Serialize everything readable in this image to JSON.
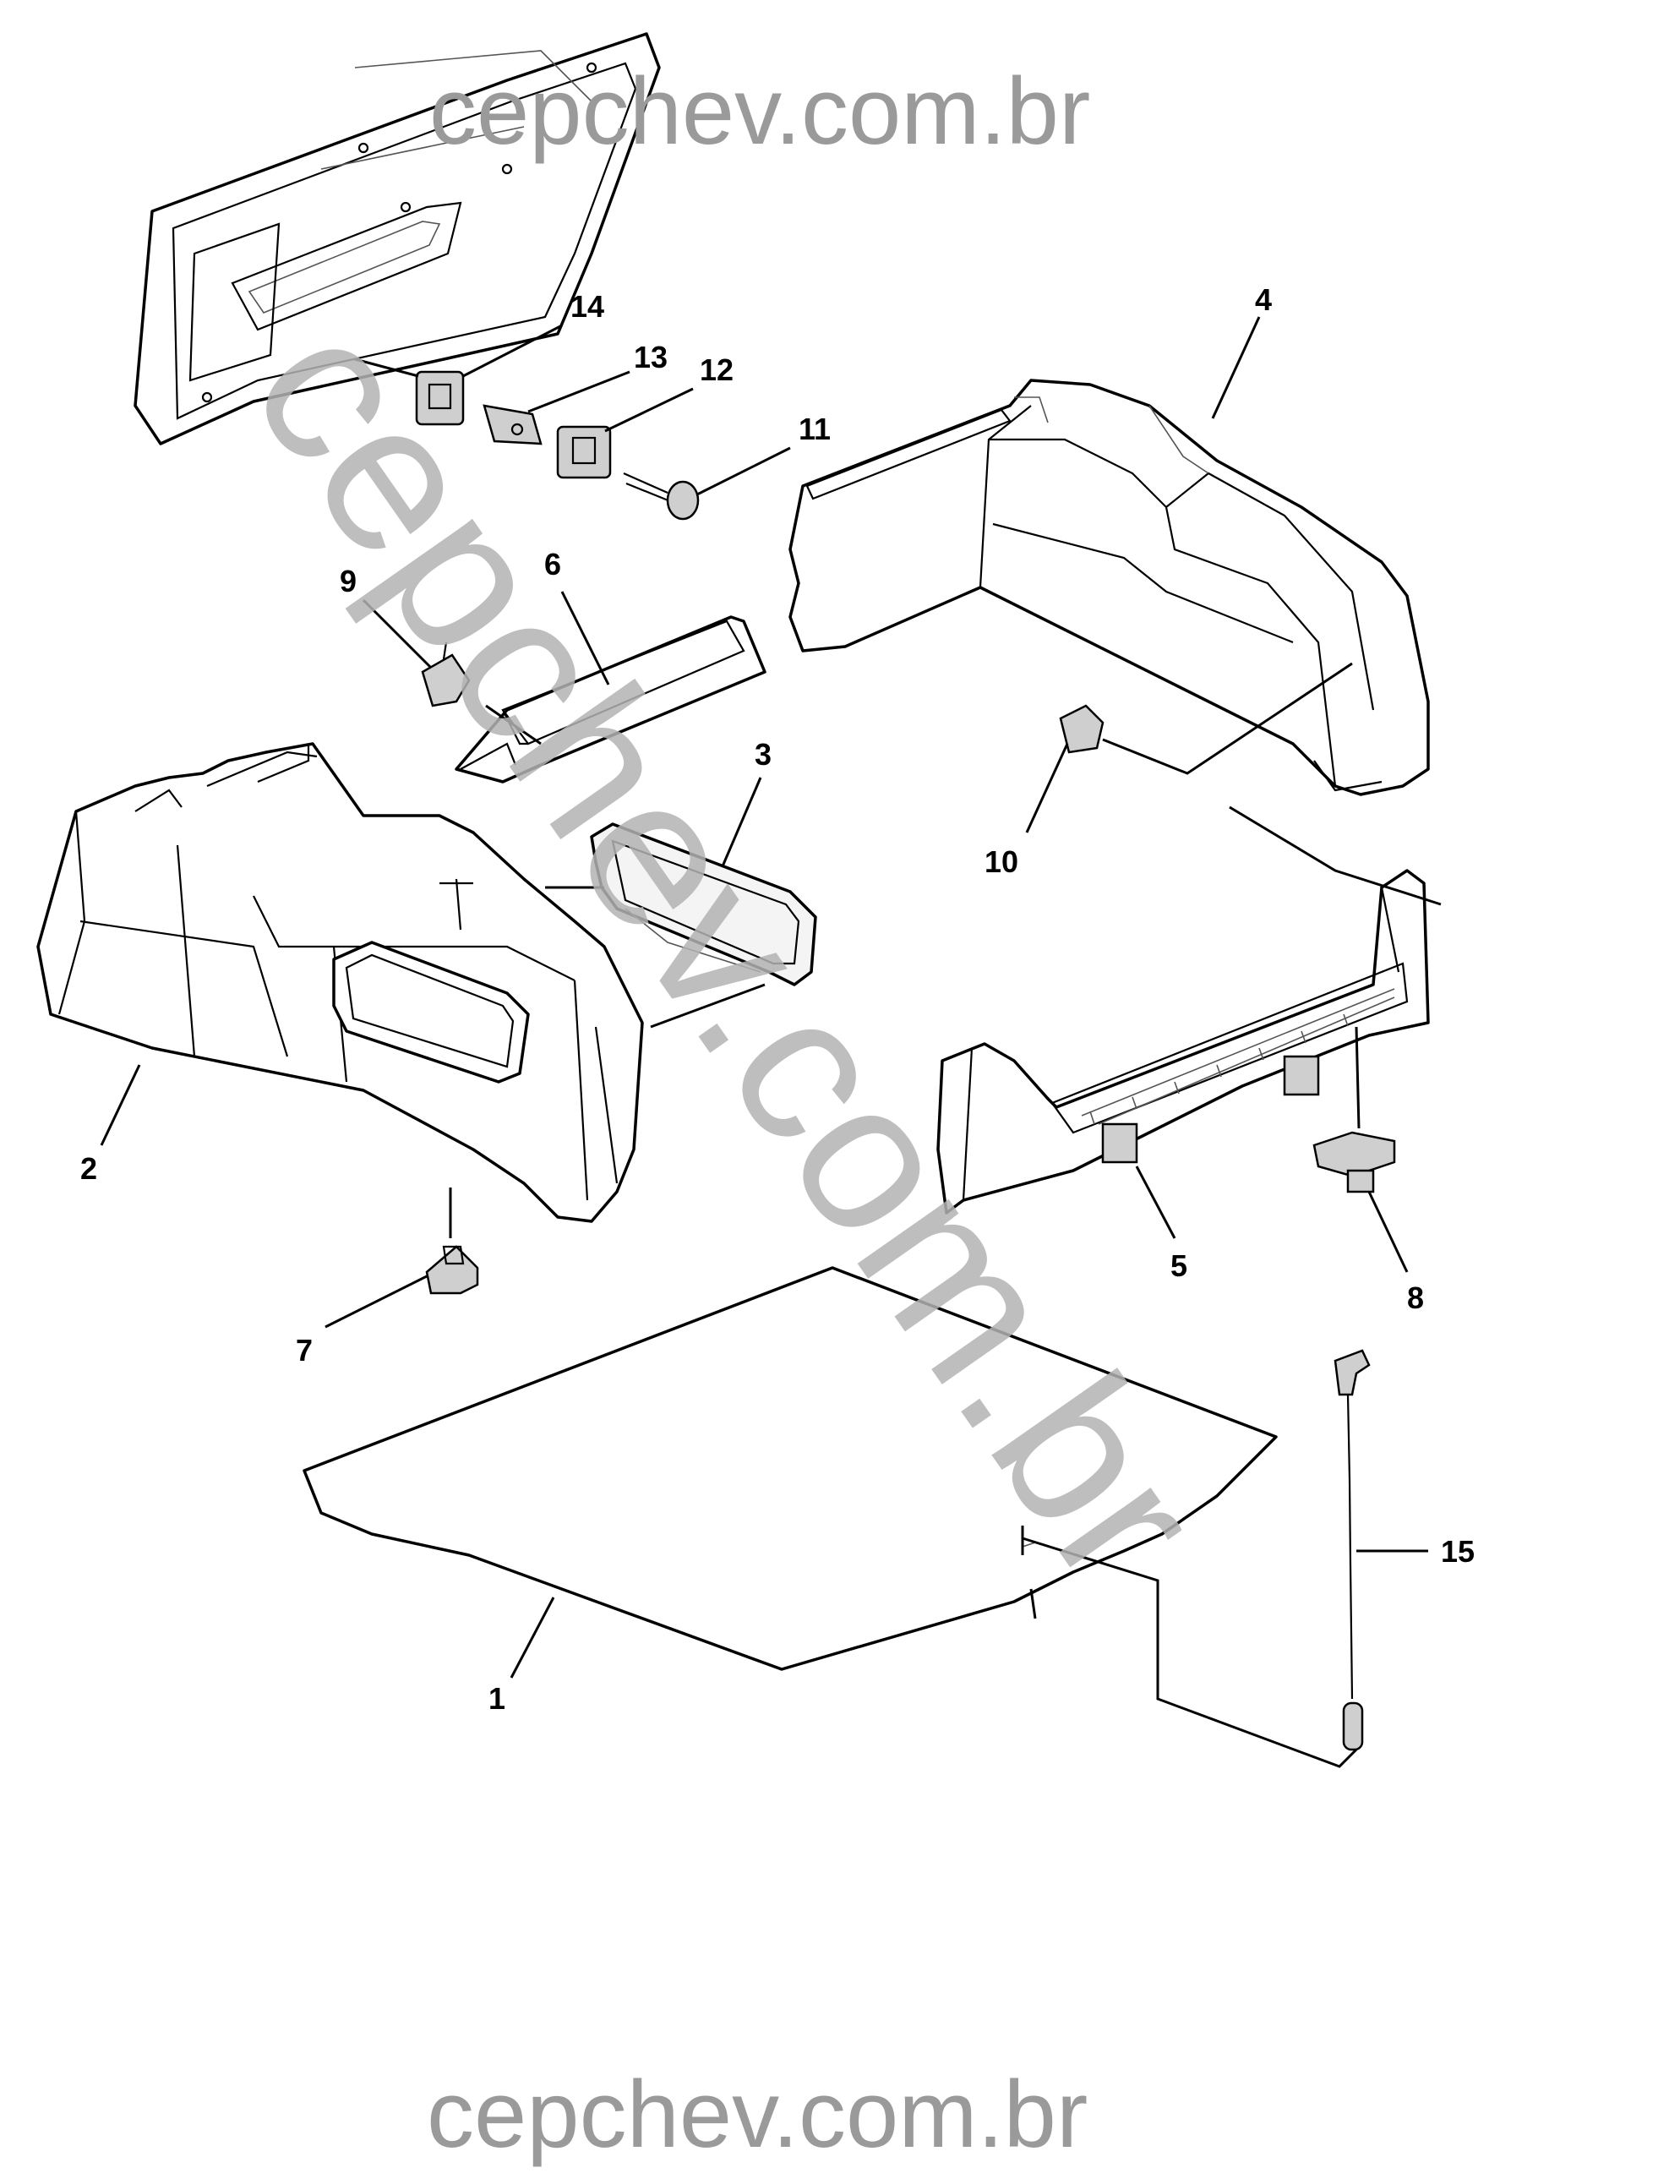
{
  "watermark": {
    "top": "cepchev.com.br",
    "diagonal": "cepchev.com.br",
    "bottom": "cepchev.com.br"
  },
  "callouts": [
    "1",
    "2",
    "3",
    "4",
    "5",
    "6",
    "7",
    "8",
    "9",
    "10",
    "11",
    "12",
    "13",
    "14",
    "15"
  ],
  "colors": {
    "line": "#000000",
    "watermark": "#9a9a9a"
  }
}
